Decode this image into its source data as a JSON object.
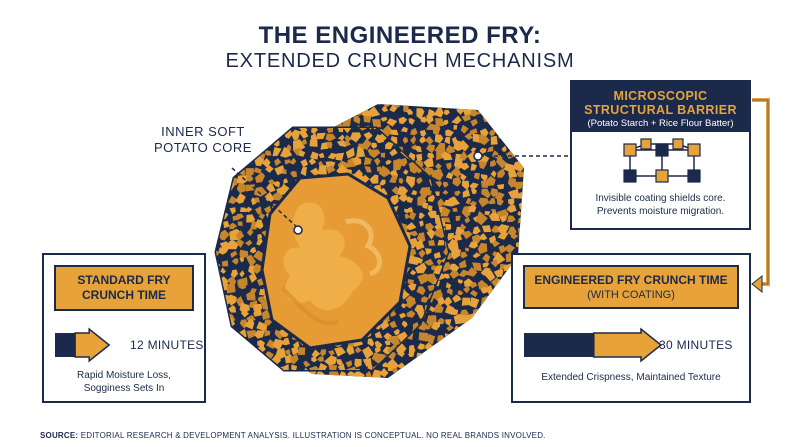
{
  "title": {
    "main": "THE ENGINEERED FRY:",
    "sub": "EXTENDED CRUNCH MECHANISM"
  },
  "core_label": {
    "line1": "INNER SOFT",
    "line2": "POTATO CORE"
  },
  "barrier": {
    "title_line1": "MICROSCOPIC",
    "title_line2": "STRUCTURAL BARRIER",
    "subtitle": "(Potato Starch + Rice Flour Batter)",
    "note_line1": "Invisible coating shields core.",
    "note_line2": "Prevents moisture migration."
  },
  "standard_fry": {
    "heading_line1": "STANDARD FRY",
    "heading_line2": "CRUNCH TIME",
    "minutes_label": "12 MINUTES",
    "minutes_value": 12,
    "note_line1": "Rapid Moisture Loss,",
    "note_line2": "Sogginess Sets In"
  },
  "engineered_fry": {
    "heading_line1": "ENGINEERED FRY CRUNCH TIME",
    "heading_line2": "(WITH COATING)",
    "minutes_label": "30 MINUTES",
    "minutes_value": 30,
    "note": "Extended Crispness, Maintained Texture"
  },
  "source": {
    "label": "SOURCE:",
    "text": " EDITORIAL RESEARCH & DEVELOPMENT ANALYSIS. ILLUSTRATION IS CONCEPTUAL. NO REAL BRANDS INVOLVED."
  },
  "colors": {
    "navy": "#1b2a4a",
    "orange": "#e8a23a",
    "core": "#e69b35",
    "white": "#ffffff"
  }
}
